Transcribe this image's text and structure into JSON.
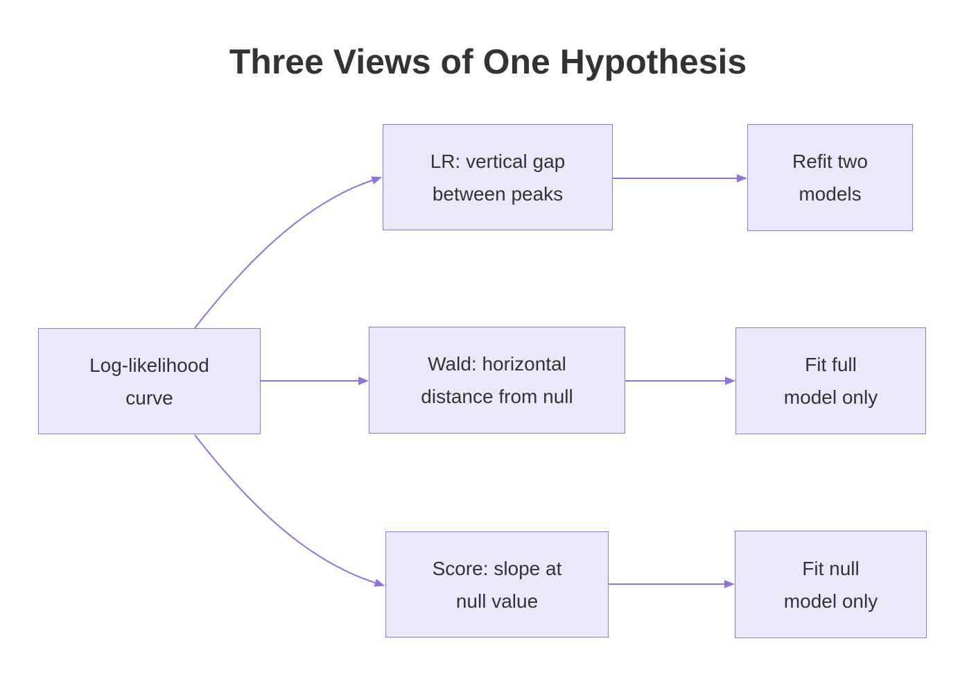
{
  "title": "Three Views of One Hypothesis",
  "colors": {
    "background": "#FFFFFF",
    "node_fill": "#E9E9FB",
    "node_border": "#9370DB",
    "edge_stroke": "#9370DB",
    "text": "#333333",
    "title_text": "#333333"
  },
  "nodes": [
    {
      "id": "loglik",
      "label": "Log-likelihood curve",
      "lines": [
        "Log-likelihood",
        "curve"
      ]
    },
    {
      "id": "lr",
      "label": "LR: vertical gap between peaks",
      "lines": [
        "LR: vertical gap",
        "between peaks"
      ]
    },
    {
      "id": "refit",
      "label": "Refit two models",
      "lines": [
        "Refit two",
        "models"
      ]
    },
    {
      "id": "wald",
      "label": "Wald: horizontal distance from null",
      "lines": [
        "Wald: horizontal",
        "distance from null"
      ]
    },
    {
      "id": "fitfull",
      "label": "Fit full model only",
      "lines": [
        "Fit full",
        "model only"
      ]
    },
    {
      "id": "score",
      "label": "Score: slope at null value",
      "lines": [
        "Score: slope at",
        "null value"
      ]
    },
    {
      "id": "fitnull",
      "label": "Fit null model only",
      "lines": [
        "Fit null",
        "model only"
      ]
    }
  ],
  "edges": [
    {
      "from": "loglik",
      "to": "lr"
    },
    {
      "from": "loglik",
      "to": "wald"
    },
    {
      "from": "loglik",
      "to": "score"
    },
    {
      "from": "lr",
      "to": "refit"
    },
    {
      "from": "wald",
      "to": "fitfull"
    },
    {
      "from": "score",
      "to": "fitnull"
    }
  ]
}
